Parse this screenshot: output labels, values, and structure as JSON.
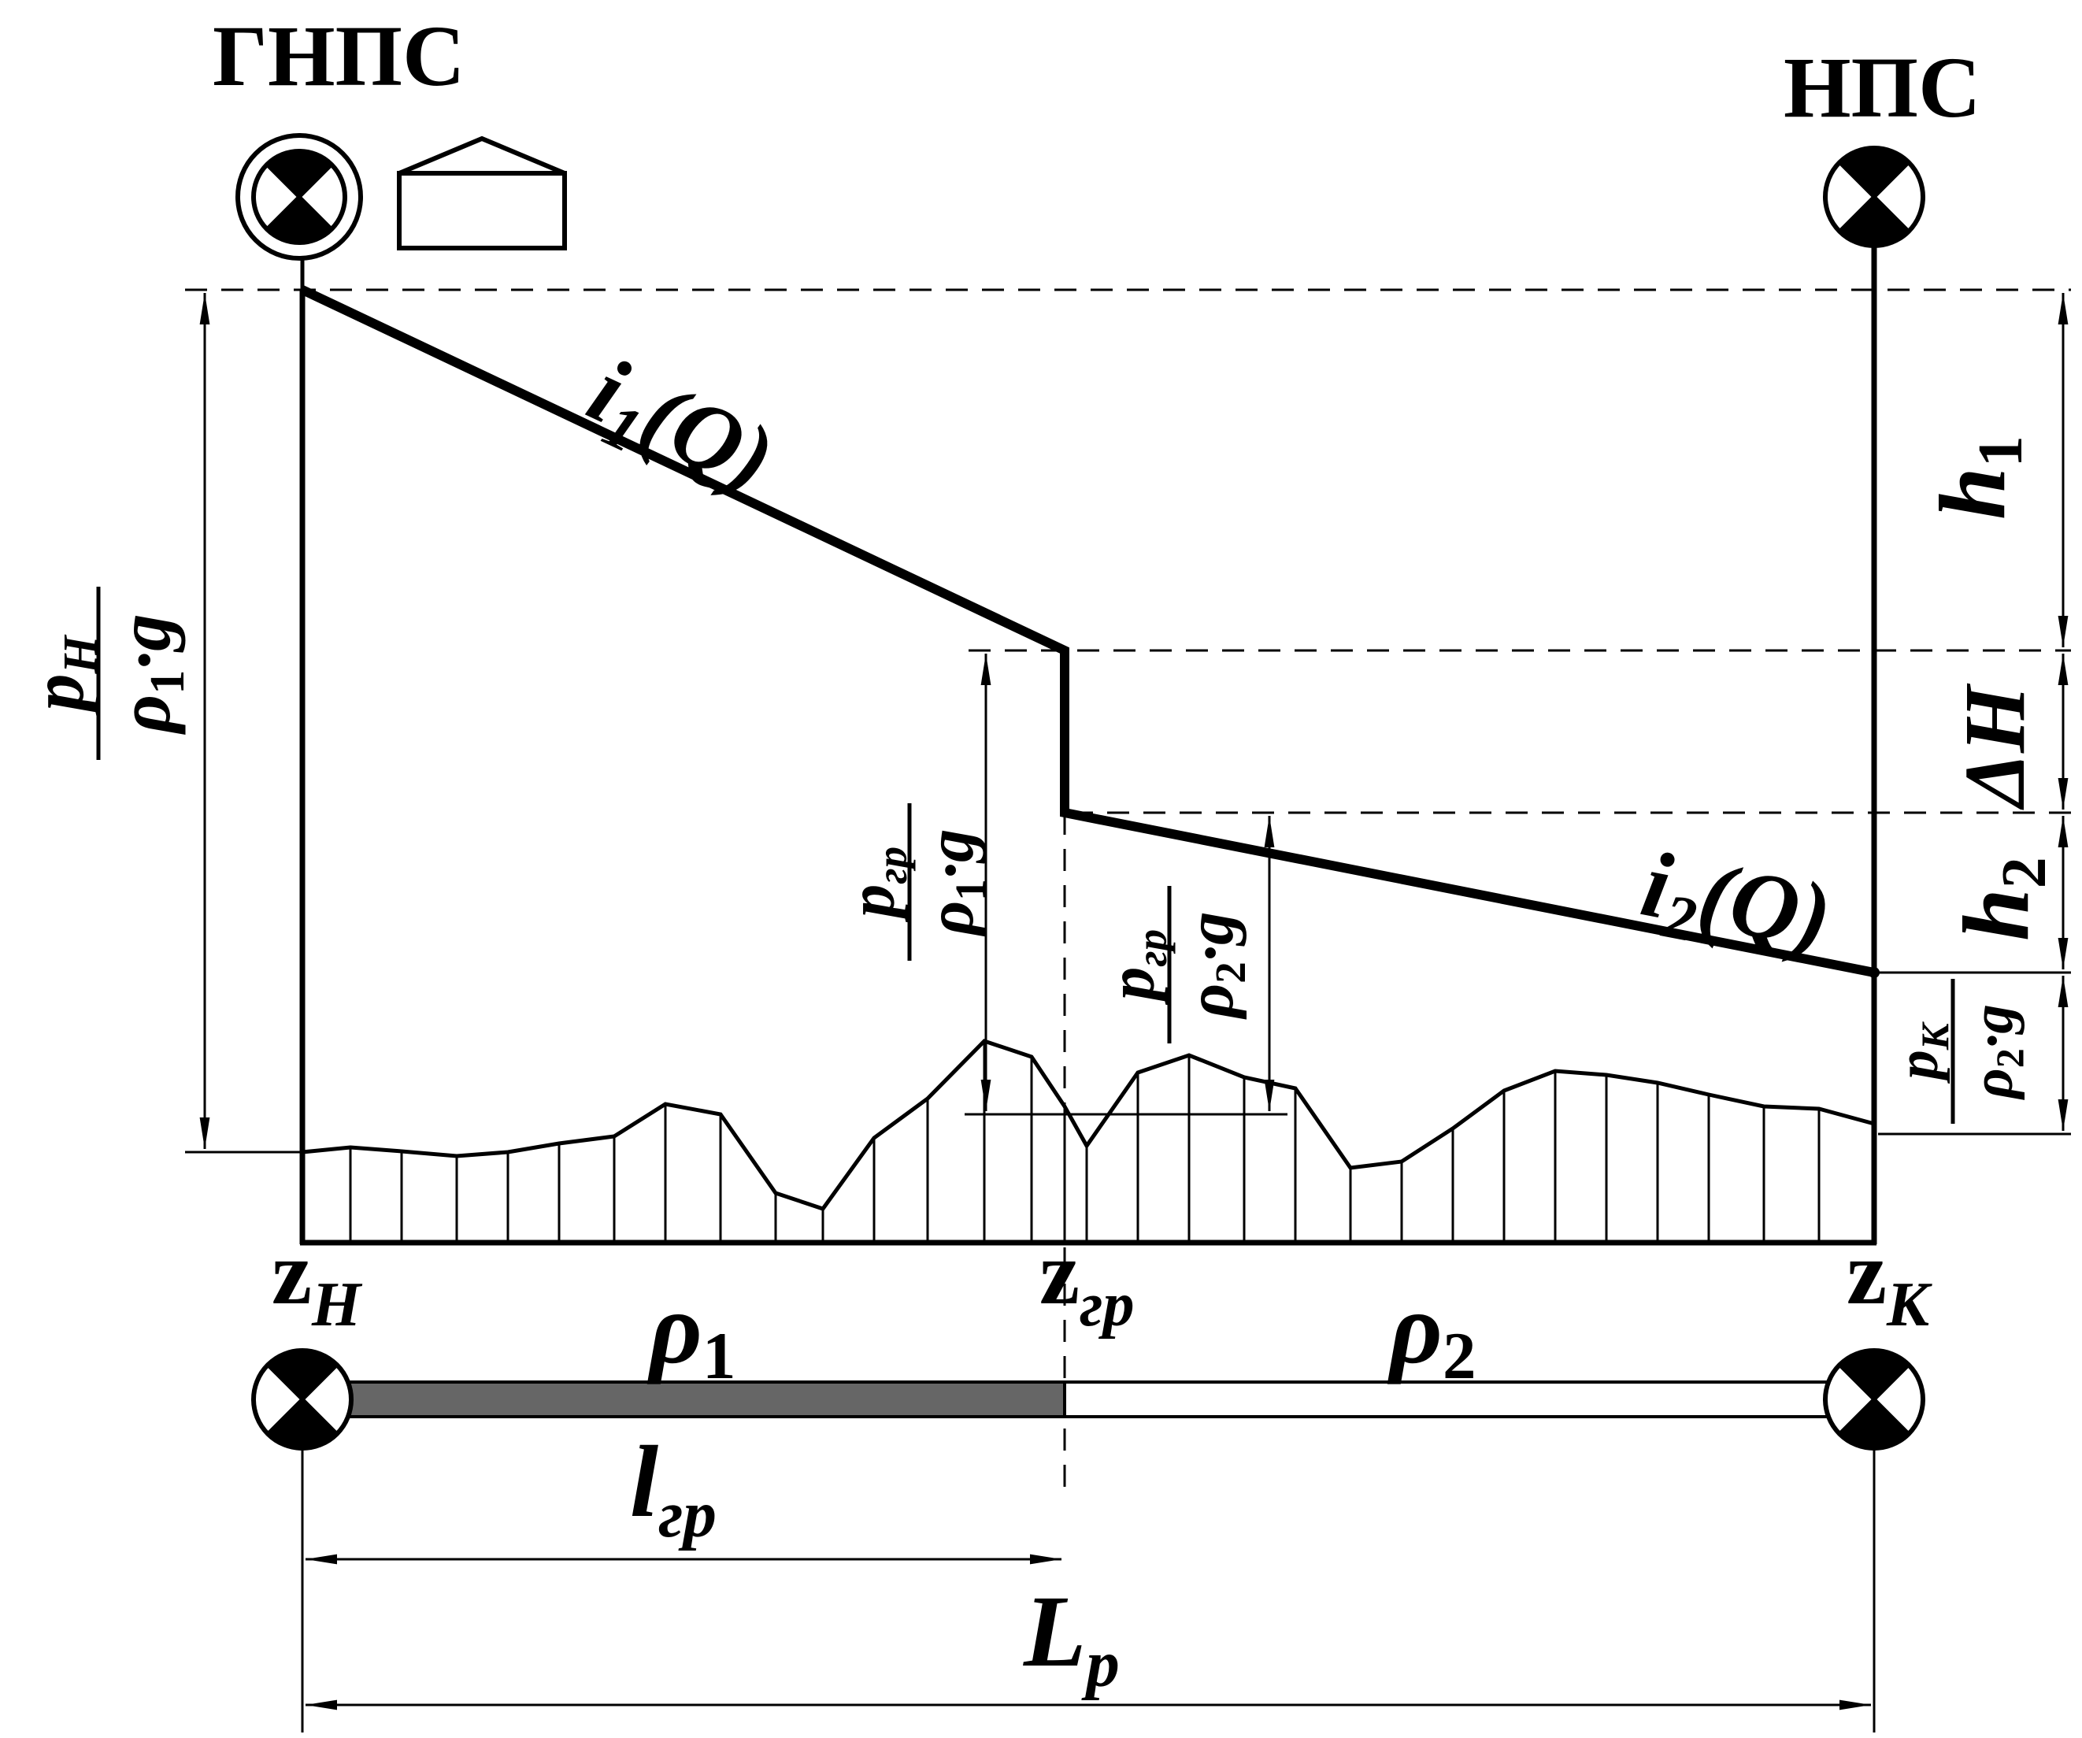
{
  "stations": {
    "head": "ГНПС",
    "intermediate": "НПС"
  },
  "slopes": {
    "i1_var": "i",
    "i1_sub": "1",
    "i1_arg": "(Q)",
    "i2_var": "i",
    "i2_sub": "2",
    "i2_arg": "(Q)"
  },
  "dims": {
    "h1_var": "h",
    "h1_sub": "1",
    "dH": "ΔH",
    "h2_var": "h",
    "h2_sub": "2",
    "l_var": "l",
    "l_sub": "гр",
    "L_var": "L",
    "L_sub": "р"
  },
  "fractions": {
    "pn_num_var": "p",
    "pn_num_sub": "Н",
    "pn_den_var": "ρ",
    "pn_den_sub": "1",
    "pn_den_tail": "·g",
    "pgr1_num_var": "p",
    "pgr1_num_sub": "гр",
    "pgr1_den_var": "ρ",
    "pgr1_den_sub": "1",
    "pgr1_den_tail": "·g",
    "pgr2_num_var": "p",
    "pgr2_num_sub": "гр",
    "pgr2_den_var": "ρ",
    "pgr2_den_sub": "2",
    "pgr2_den_tail": "·g",
    "pk_num_var": "p",
    "pk_num_sub": "К",
    "pk_den_var": "ρ",
    "pk_den_sub": "2",
    "pk_den_tail": "·g"
  },
  "elevations": {
    "zn_var": "z",
    "zn_sub": "Н",
    "zgr_var": "z",
    "zgr_sub": "гр",
    "zk_var": "z",
    "zk_sub": "К"
  },
  "densities": {
    "rho1_var": "ρ",
    "rho1_sub": "1",
    "rho2_var": "ρ",
    "rho2_sub": "2"
  },
  "colors": {
    "line": "#000000",
    "background": "#ffffff",
    "segment1_fill": "#666666"
  }
}
